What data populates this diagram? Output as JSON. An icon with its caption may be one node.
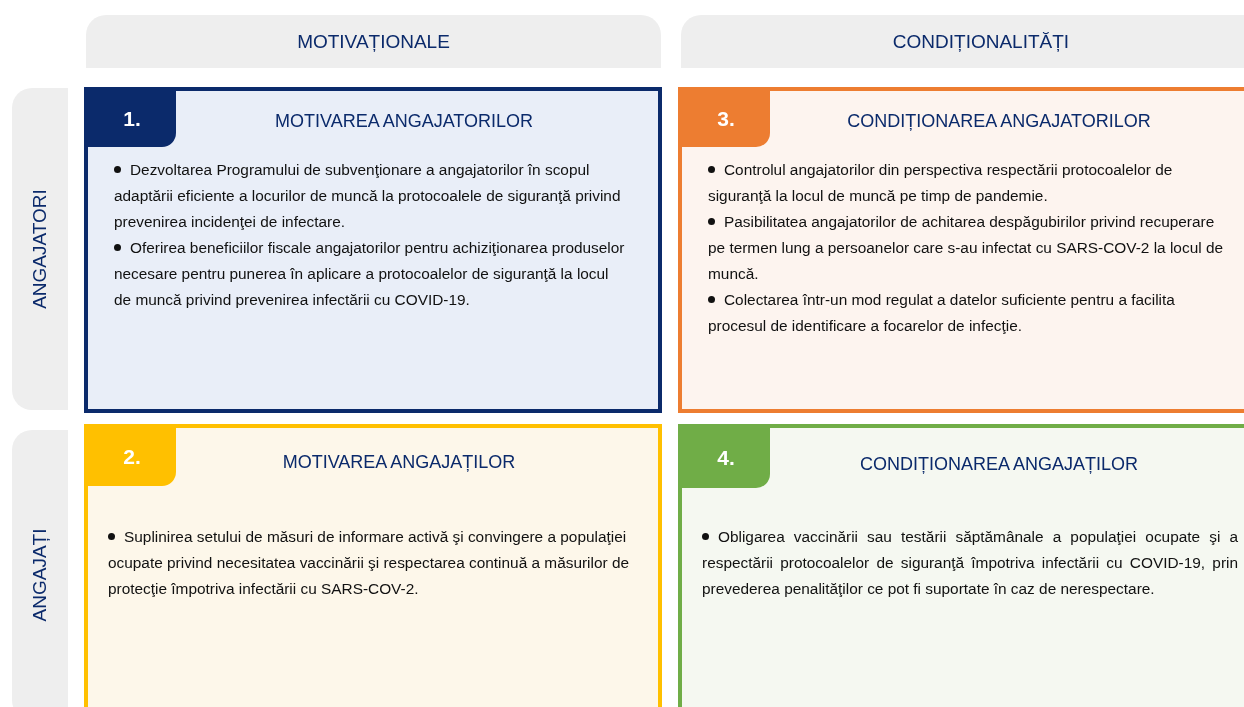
{
  "diagram": {
    "nodes": [
      {
        "text": [
          "MOTIVAȚIONALE"
        ]
      },
      {
        "text": [
          "CONDIȚIONALITĂȚI"
        ]
      },
      {
        "text": [
          "ANGAJATORI"
        ]
      },
      {
        "text": [
          "1.",
          "MOTIVAREA ANGAJATORILOR",
          "Dezvoltarea Programului de subvenţionare a angajatorilor în scopul adaptării eficiente a locurilor de muncă la protocoalele de siguranţă privind prevenirea incidenţei de infectare.",
          "Oferirea beneficiilor fiscale angajatorilor pentru achiziţionarea produselor necesare pentru punerea în aplicare a protocoalelor de siguranţă la locul de muncă privind prevenirea infectării cu COVID-19."
        ]
      },
      {
        "text": [
          "3.",
          "CONDIȚIONAREA ANGAJATORILOR",
          "Controlul angajatorilor din perspectiva respectării protocoalelor de siguranţă la locul de muncă pe timp de pandemie.",
          "Pasibilitatea angajatorilor de achitarea despăgubirilor privind recuperare pe termen lung a persoanelor care s-au infectat cu SARS-COV-2 la locul de muncă.",
          "Colectarea într-un mod regulat a datelor suficiente pentru a facilita procesul de identificare a focarelor de infecţie."
        ]
      },
      {
        "text": [
          "ANGAJAȚI"
        ]
      },
      {
        "text": [
          "2.",
          "MOTIVAREA ANGAJAȚILOR",
          "Suplinirea setului de măsuri de informare activă şi convingere a populaţiei ocupate privind necesitatea vaccinării şi respectarea continuă a măsurilor de protecţie împotriva infectării cu SARS-COV-2."
        ]
      },
      {
        "text": [
          "4.",
          "CONDIȚIONAREA ANGAJAȚILOR",
          "Obligarea vaccinării sau testării săptămânale a populaţiei ocupate şi a respectării protocoalelor de siguranţă împotriva infectării cu COVID-19, prin prevederea penalităţilor ce pot fi suportate în caz de nerespectare."
        ]
      }
    ]
  }
}
